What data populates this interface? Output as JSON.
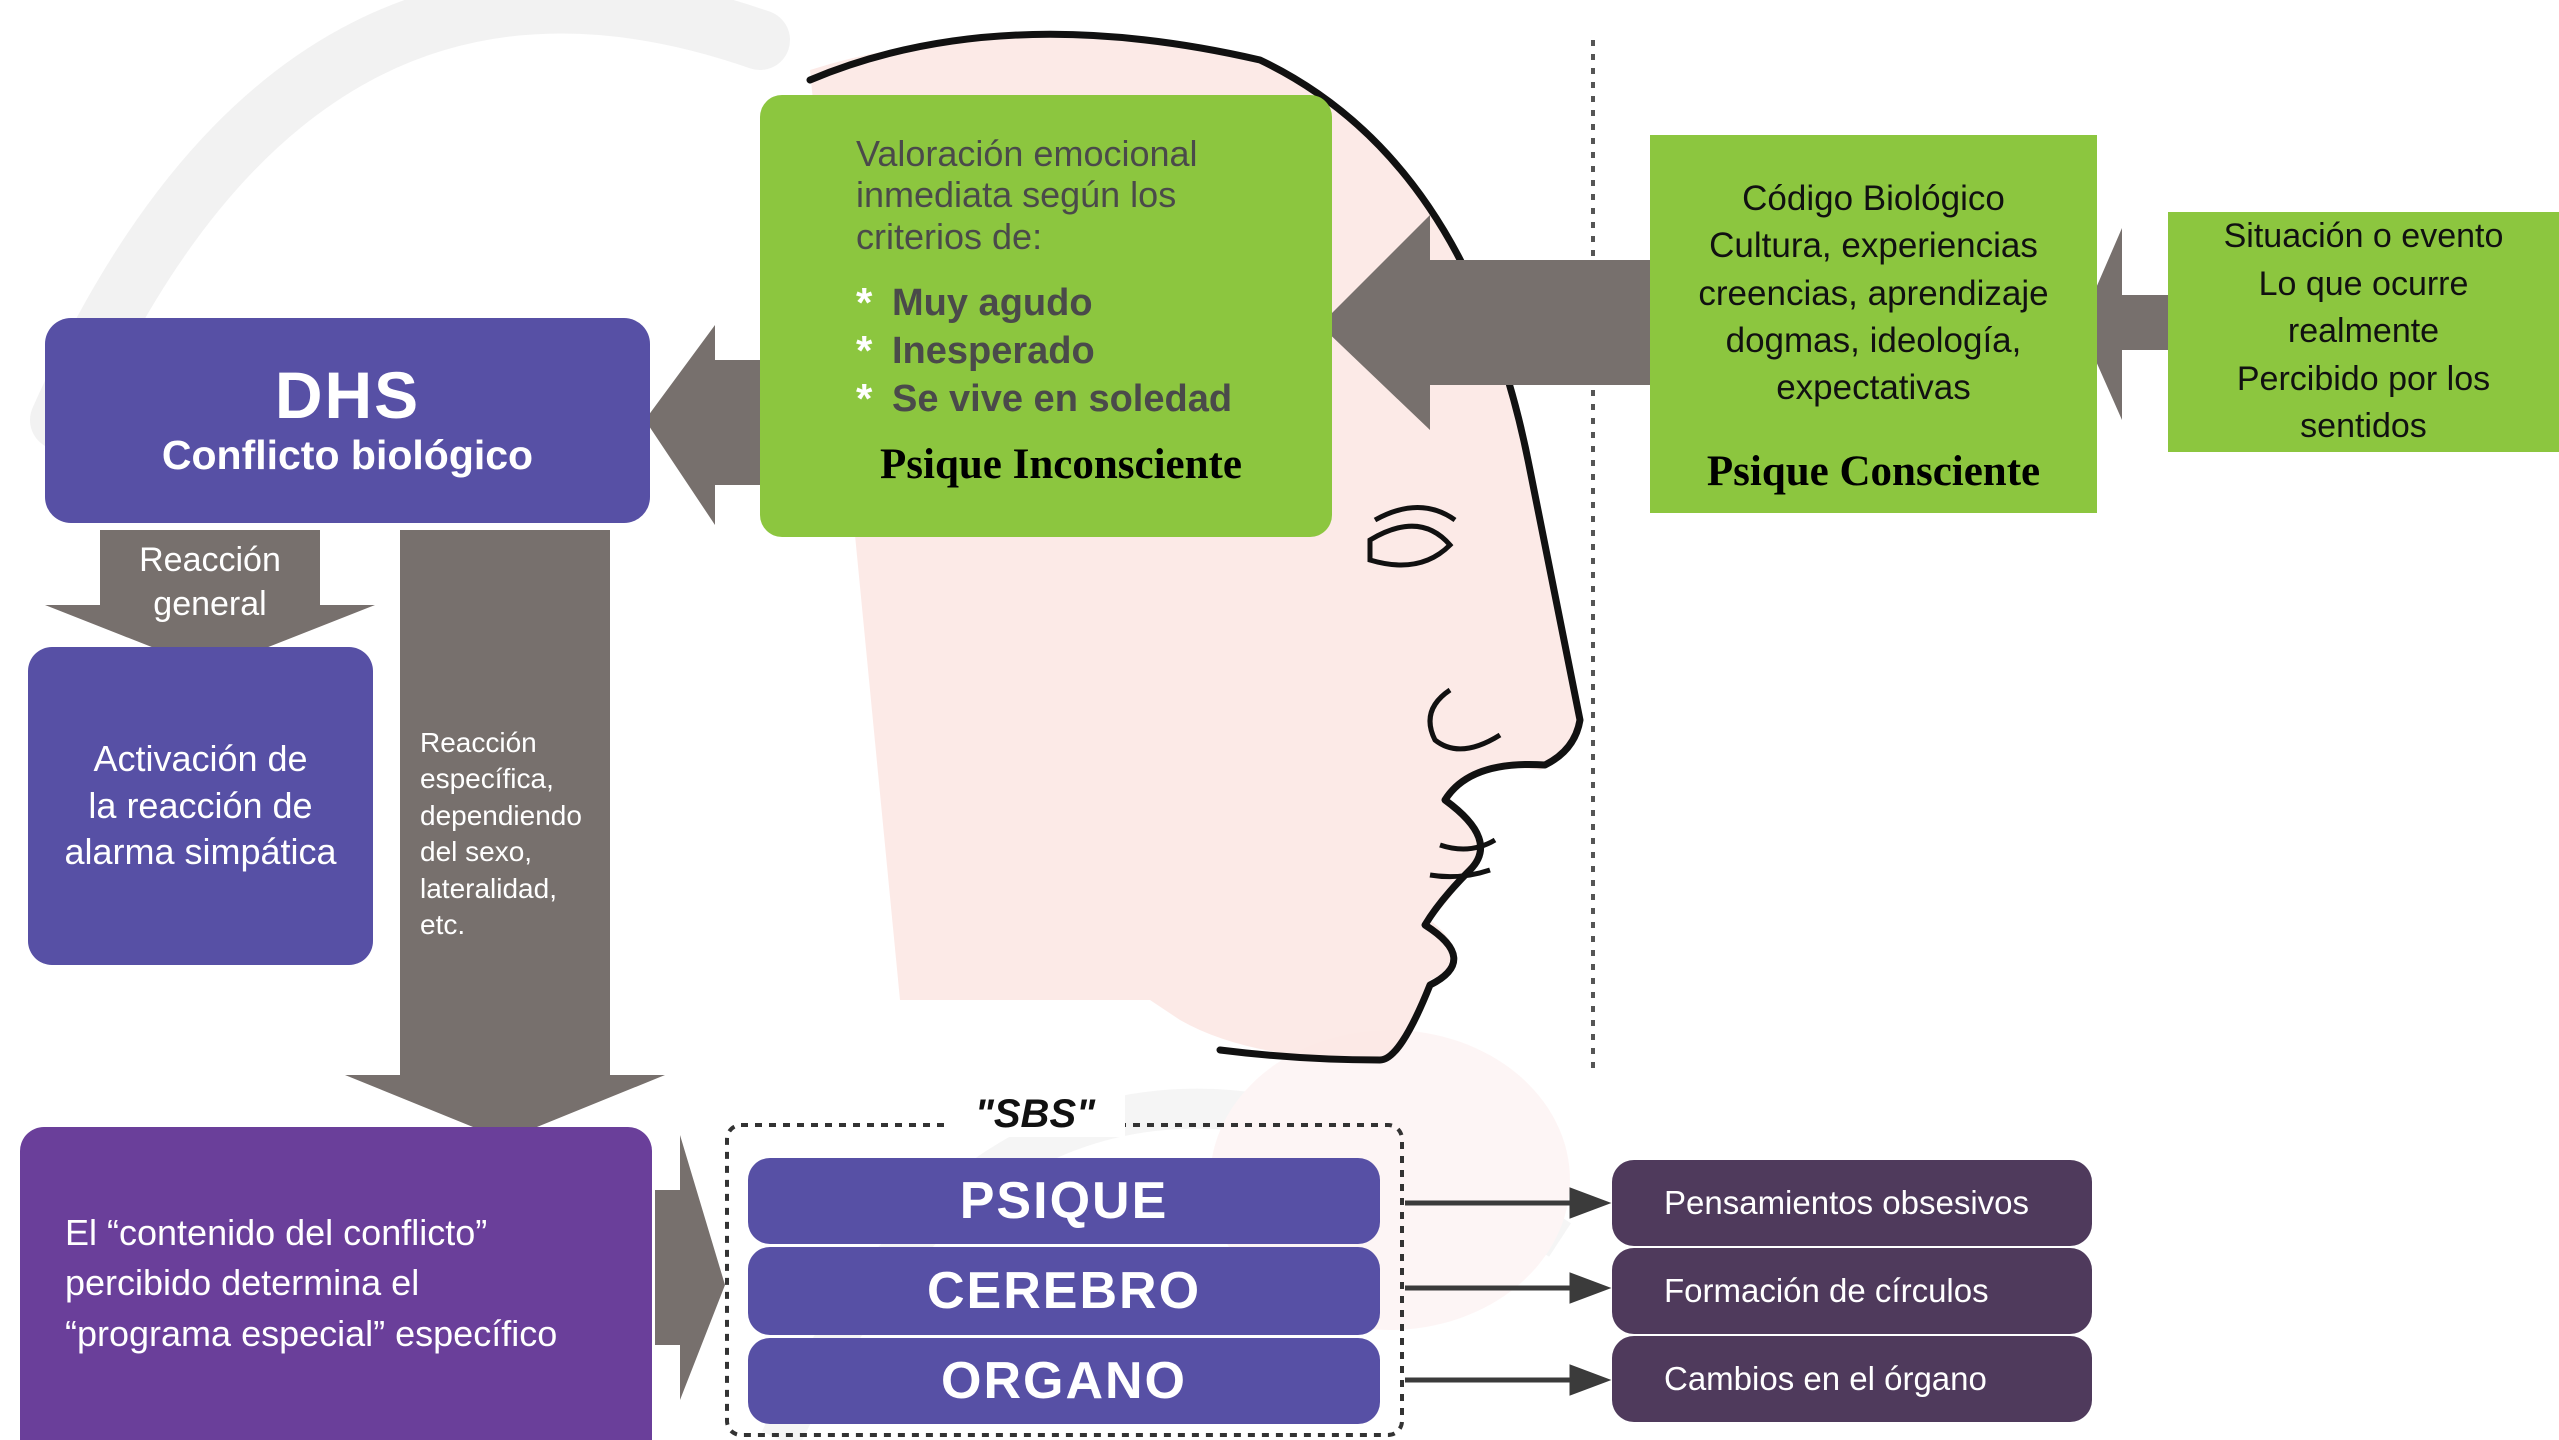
{
  "diagram": {
    "dhs_box": {
      "title": "DHS",
      "subtitle": "Conflicto biológico"
    },
    "general_reaction_label": "Reacción\ngeneral",
    "alarm_box": "Activación de\nla reacción de\nalarma simpática",
    "specific_reaction_label": "Reacción\nespecífica,\ndependiendo\ndel sexo,\nlateralidad,\netc.",
    "unconscious_box": {
      "intro": "Valoración emocional\ninmediata según los\ncriterios de:",
      "criteria": [
        "Muy agudo",
        "Inesperado",
        "Se vive en soledad"
      ],
      "star": "*",
      "caption": "Psique Inconsciente"
    },
    "conscious_box": {
      "text": "Código Biológico\nCultura, experiencias\ncreencias, aprendizaje\ndogmas, ideología,\nexpectativas",
      "caption": "Psique Consciente"
    },
    "event_box": "Situación o evento\nLo que ocurre\nrealmente\nPercibido por los\nsentidos",
    "conflict_content_box": "El “contenido del conflicto”\npercibido determina el\n“programa especial” específico",
    "sbs_label": "\"SBS\"",
    "levels": [
      "PSIQUE",
      "CEREBRO",
      "ORGANO"
    ],
    "outcomes": [
      "Pensamientos obsesivos",
      "Formación de círculos",
      "Cambios en el órgano"
    ],
    "colors": {
      "purple": "#5750a5",
      "violet": "#6a3f9a",
      "green": "#8cc63f",
      "dark_purple": "#4f3a5c",
      "gray_arrow": "#77706d"
    }
  }
}
